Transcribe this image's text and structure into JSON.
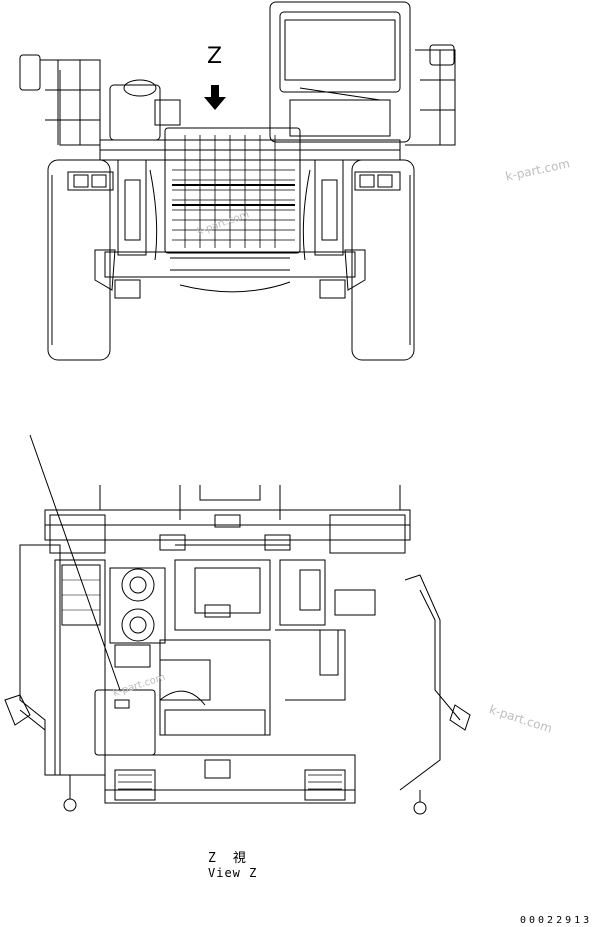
{
  "labels": {
    "arrow_label": "Z",
    "view_jp": "Z　視",
    "view_en": "View Z",
    "drawing_number": "00022913"
  },
  "watermarks": {
    "wm1": "k-part.com",
    "wm2": "k-part.com",
    "wm3": "k-part.com",
    "wm4": "k-part.com"
  },
  "icons": {
    "view_arrow": "down-arrow-icon"
  },
  "colors": {
    "line": "#000000",
    "background": "#ffffff",
    "watermark": "#bdbdbd"
  }
}
